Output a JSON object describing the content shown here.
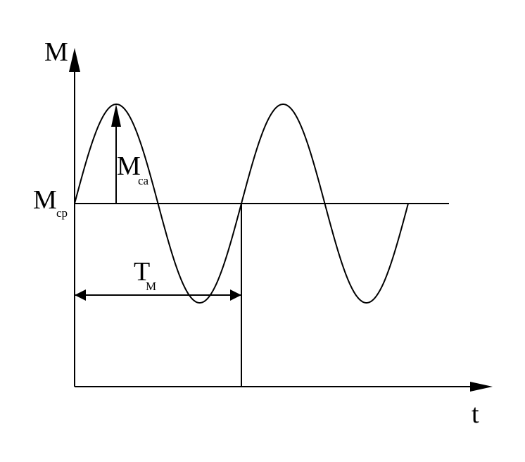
{
  "diagram": {
    "axis_y_label": "M",
    "axis_x_label": "t",
    "mean_level": {
      "symbol": "M",
      "subscript": "cp"
    },
    "amplitude": {
      "symbol": "M",
      "subscript": "ca"
    },
    "period": {
      "symbol": "T",
      "subscript": "M"
    },
    "colors": {
      "background": "#ffffff",
      "line": "#000000"
    }
  }
}
